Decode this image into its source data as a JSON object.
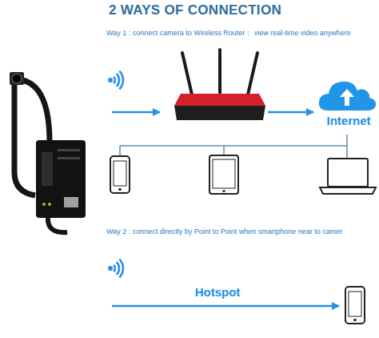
{
  "diagram": {
    "title": "2 WAYS OF CONNECTION",
    "nodes": [
      {
        "text": [
          "Internet"
        ]
      }
    ],
    "labels": [
      "Way 1 : connect camera to Wireless Router： view real-time video anywhere",
      "Way 2 : connect directly by Point to Point when smartphone near to camer",
      "Hotspot"
    ]
  }
}
